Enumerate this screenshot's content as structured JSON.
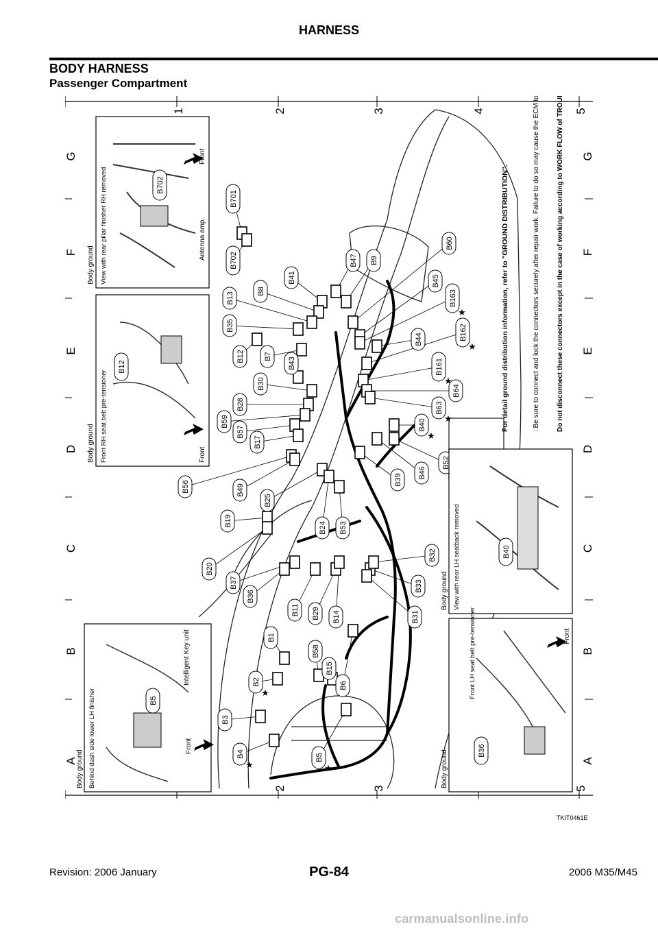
{
  "header": {
    "title": "HARNESS"
  },
  "section": {
    "title": "BODY HARNESS",
    "subtitle": "Passenger Compartment"
  },
  "grid": {
    "columns": [
      "1",
      "2",
      "3",
      "4",
      "5"
    ],
    "rows": [
      "A",
      "B",
      "C",
      "D",
      "E",
      "F",
      "G"
    ]
  },
  "connectors": [
    "B701",
    "B702",
    "B47",
    "B9",
    "B60",
    "B45",
    "B163",
    "B162",
    "B161",
    "B64",
    "B63",
    "B40",
    "B52",
    "B46",
    "B39",
    "B41",
    "B8",
    "B13",
    "B35",
    "B12",
    "B7",
    "B43",
    "B30",
    "B28",
    "B44",
    "B59",
    "B57",
    "B17",
    "B56",
    "B49",
    "B25",
    "B19",
    "B24",
    "B53",
    "B20",
    "B37",
    "B36",
    "B11",
    "B29",
    "B14",
    "B33",
    "B32",
    "B31",
    "B1",
    "B2",
    "B58",
    "B15",
    "B6",
    "B3",
    "B4",
    "B5"
  ],
  "insets": {
    "rear_pillar": {
      "ground": "Body ground",
      "caption": "View with rear pillar finisher RH removed",
      "label1": "Antenna amp.",
      "label2": "Front",
      "connector": "B702"
    },
    "front_rh_belt": {
      "ground": "Body ground",
      "caption": "Front RH seat belt pre-tensioner",
      "label2": "Front",
      "connector": "B12"
    },
    "dash_side": {
      "ground": "Body ground",
      "caption": "Behind dash side lower LH finisher",
      "label1": "Intelligent Key unit",
      "label2": "Front",
      "connector": "B5"
    },
    "rear_seatback": {
      "ground": "Body ground",
      "caption": "View with rear LH seatback removed",
      "connector": "B40"
    },
    "front_lh_belt": {
      "ground": "Body ground",
      "caption": "Front LH seat belt pre-tensioner",
      "label2": "Front",
      "connector": "B36"
    }
  },
  "notes": {
    "ground": "For detail ground distribution information, refer to \"GROUND DISTRIBUTION\".",
    "star_note": ": Be sure to connect and lock the connectors securely after repair work. Failure to do so may cause the ECM to have diagnostic trouble codes.",
    "bold_note": "Do not disconnect these connectors except in the case of working according to WORK FLOW of TROUBLE DIAGNOSES in EC and AT sections."
  },
  "figure_id": "TKIT0461E",
  "footer": {
    "revision": "Revision: 2006 January",
    "page": "PG-84",
    "model": "2006 M35/M45"
  },
  "watermark": "carmanualsonline.info"
}
